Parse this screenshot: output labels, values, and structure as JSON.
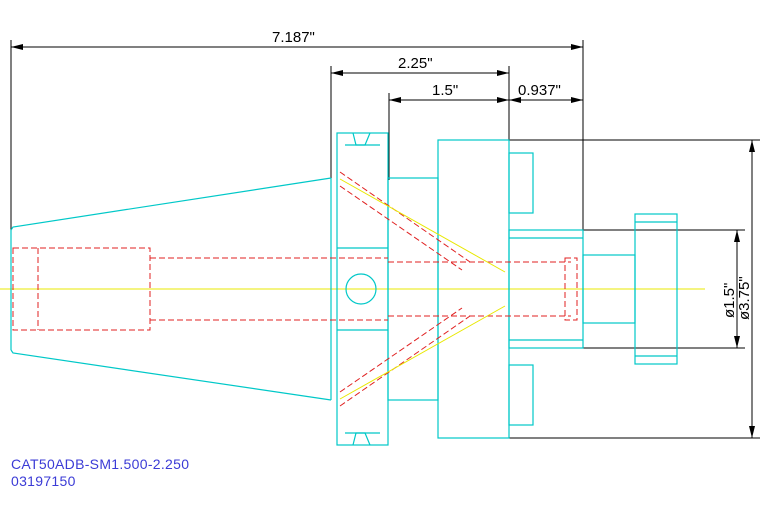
{
  "drawing": {
    "dimensions": {
      "overall_length": "7.187\"",
      "gage_to_flange": "2.25\"",
      "body_length": "1.5\"",
      "nose_length": "0.937\"",
      "pilot_diameter": "ø1.5\"",
      "flange_diameter": "ø3.75\""
    },
    "part_number": "CAT50ADB-SM1.500-2.250",
    "catalog_number": "03197150"
  },
  "colors": {
    "outline": "#00c8c8",
    "hidden": "#e02020",
    "centerline": "#e8e800",
    "dimension": "#000000",
    "label": "#3b3bd6"
  }
}
